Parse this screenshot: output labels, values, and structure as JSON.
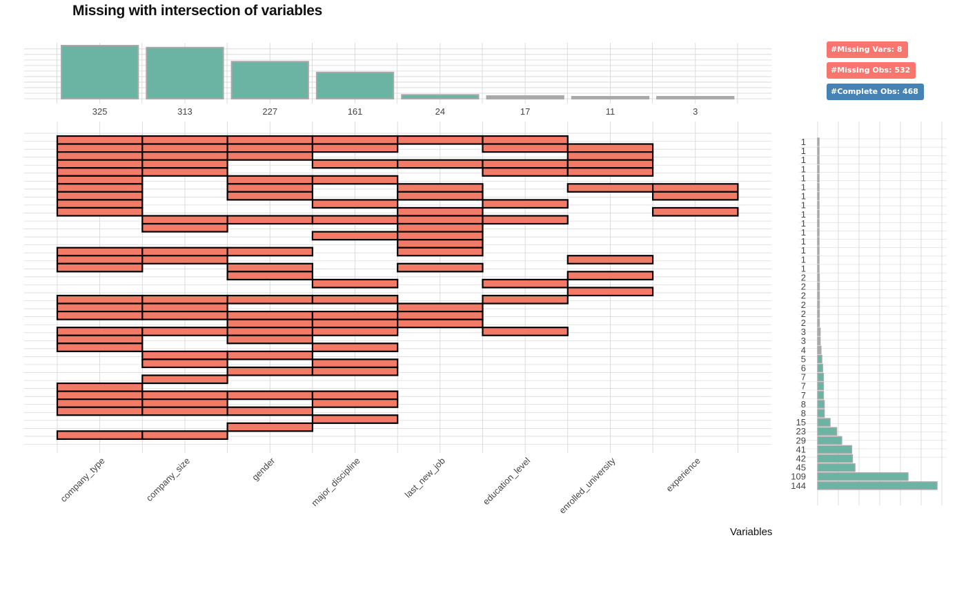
{
  "title": "Missing with intersection of variables",
  "badges": {
    "missing_vars": "#Missing Vars: 8",
    "missing_obs": "#Missing Obs: 532",
    "complete_obs": "#Complete Obs: 468"
  },
  "colors": {
    "missing": "#F17B67",
    "bar": "#6BB3A3",
    "bar_outline": "#A9A9A9",
    "badge_missing": "#F8766D",
    "badge_complete": "#4682B4",
    "grid": "#D3D3D3"
  },
  "chart_data": [
    {
      "type": "bar",
      "name": "missing_per_variable",
      "categories": [
        "company_type",
        "company_size",
        "gender",
        "major_discipline",
        "last_new_job",
        "education_level",
        "enrolled_university",
        "experience"
      ],
      "values": [
        325,
        313,
        227,
        161,
        24,
        17,
        11,
        3
      ],
      "ylim": [
        0,
        325
      ]
    },
    {
      "type": "heatmap",
      "name": "missing_intersections",
      "variables": [
        "company_type",
        "company_size",
        "gender",
        "major_discipline",
        "last_new_job",
        "education_level",
        "enrolled_university",
        "experience"
      ],
      "missing_index_per_row": [
        [
          0,
          1,
          2,
          3,
          4,
          5
        ],
        [
          0,
          1,
          2,
          3,
          5,
          6
        ],
        [
          0,
          1,
          2,
          6
        ],
        [
          0,
          1,
          3,
          4,
          5,
          6
        ],
        [
          0,
          1,
          5,
          6
        ],
        [
          0,
          2,
          3
        ],
        [
          0,
          2,
          4,
          6,
          7
        ],
        [
          0,
          2,
          4,
          7
        ],
        [
          0,
          3,
          5
        ],
        [
          0,
          4,
          7
        ],
        [
          1,
          2,
          3,
          4,
          5
        ],
        [
          1,
          4
        ],
        [
          3,
          4
        ],
        [
          4
        ],
        [
          0,
          1,
          2,
          4
        ],
        [
          0,
          1,
          6
        ],
        [
          0,
          2,
          4
        ],
        [
          2,
          6
        ],
        [
          3,
          5
        ],
        [
          6
        ],
        [
          0,
          1,
          2,
          3,
          5
        ],
        [
          0,
          1,
          4
        ],
        [
          0,
          1,
          2,
          3,
          4
        ],
        [
          2,
          3,
          4
        ],
        [
          0,
          1,
          2,
          3,
          5
        ],
        [
          0,
          2
        ],
        [
          0,
          3
        ],
        [
          1,
          2
        ],
        [
          1,
          3
        ],
        [
          2,
          3
        ],
        [
          1
        ],
        [
          0
        ],
        [
          0,
          1,
          2,
          3
        ],
        [
          0,
          1,
          3
        ],
        [
          0,
          1,
          2
        ],
        [
          3
        ],
        [
          2
        ],
        [
          0,
          1
        ]
      ],
      "xlabel": "Variables"
    },
    {
      "type": "bar",
      "name": "intersection_counts",
      "orientation": "horizontal",
      "labels": [
        "1",
        "1",
        "1",
        "1",
        "1",
        "1",
        "1",
        "1",
        "1",
        "1",
        "1",
        "1",
        "1",
        "1",
        "1",
        "2",
        "2",
        "2",
        "2",
        "2",
        "2",
        "3",
        "3",
        "4",
        "5",
        "6",
        "7",
        "7",
        "7",
        "8",
        "8",
        "15",
        "23",
        "29",
        "41",
        "42",
        "45",
        "109",
        "144"
      ],
      "values": [
        1,
        1,
        1,
        1,
        1,
        1,
        1,
        1,
        1,
        1,
        1,
        1,
        1,
        1,
        1,
        2,
        2,
        2,
        2,
        2,
        2,
        3,
        3,
        4,
        5,
        6,
        7,
        7,
        7,
        8,
        8,
        15,
        23,
        29,
        41,
        42,
        45,
        109,
        144
      ],
      "xlim": [
        0,
        160
      ]
    }
  ]
}
